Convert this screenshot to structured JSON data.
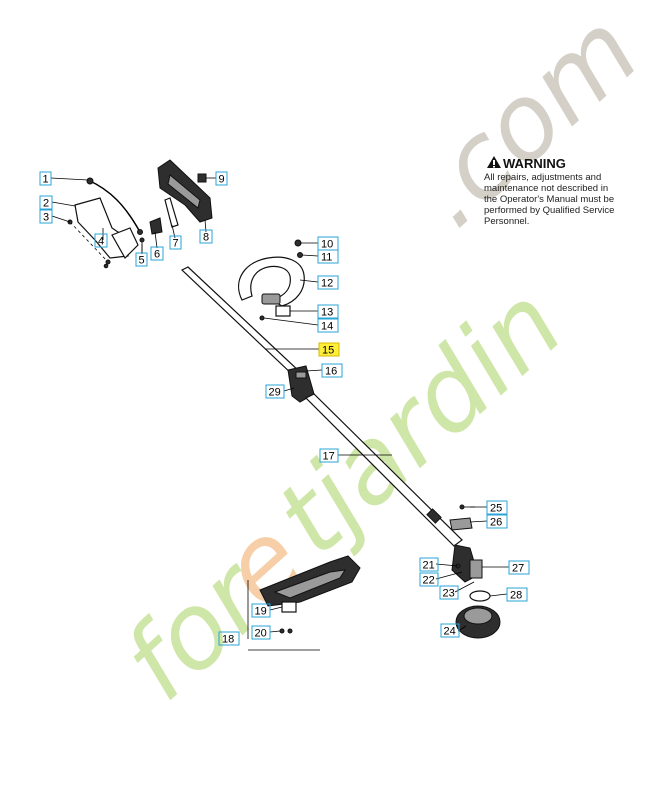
{
  "warning": {
    "title": "WARNING",
    "lines": [
      "All repairs, adjustments and",
      "maintenance not described in",
      "the Operator's Manual must be",
      "performed by Qualified Service",
      "Personnel."
    ]
  },
  "watermark": {
    "part1": "for",
    "part2": "e",
    "part3": "tjardin",
    "part4": ".com"
  },
  "callouts": [
    "1",
    "2",
    "3",
    "4",
    "5",
    "6",
    "7",
    "8",
    "9",
    "10",
    "11",
    "12",
    "13",
    "14",
    "15",
    "16",
    "17",
    "18",
    "19",
    "20",
    "21",
    "22",
    "23",
    "24",
    "25",
    "26",
    "27",
    "28",
    "29"
  ],
  "highlighted_callout": "15",
  "colors": {
    "callout_border": "#29a3d6",
    "highlight": "#ffef3a",
    "watermark_lime": "#c7e29b",
    "watermark_orange": "#f5c79a",
    "watermark_grey": "#cdc8be"
  }
}
